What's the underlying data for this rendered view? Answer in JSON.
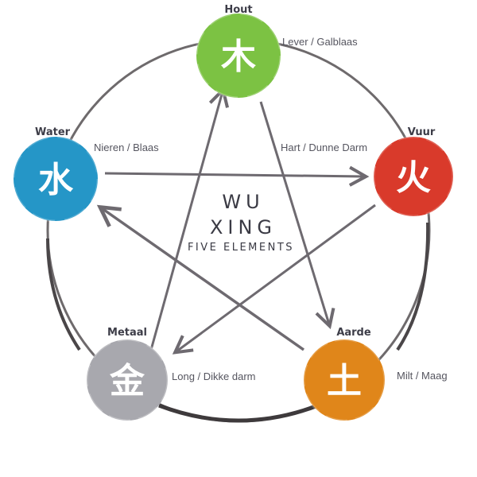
{
  "center": {
    "line1": "WU",
    "line2": "XING",
    "line3": "FIVE ELEMENTS"
  },
  "elements": {
    "hout": {
      "name": "Hout",
      "organs": "Lever / Galblaas",
      "glyph": "木",
      "color": "#7cc243"
    },
    "vuur": {
      "name": "Vuur",
      "organs": "Hart / Dunne Darm",
      "glyph": "火",
      "color": "#d93a2b"
    },
    "aarde": {
      "name": "Aarde",
      "organs": "Milt / Maag",
      "glyph": "土",
      "color": "#e0861a"
    },
    "metaal": {
      "name": "Metaal",
      "organs": "Long / Dikke darm",
      "glyph": "金",
      "color": "#a8a8ae"
    },
    "water": {
      "name": "Water",
      "organs": "Nieren / Blaas",
      "glyph": "水",
      "color": "#2596c7"
    }
  },
  "colors": {
    "ring": "#6e6a6c",
    "ring_dark": "#3e3a3c",
    "arrow": "#6e6a70"
  }
}
